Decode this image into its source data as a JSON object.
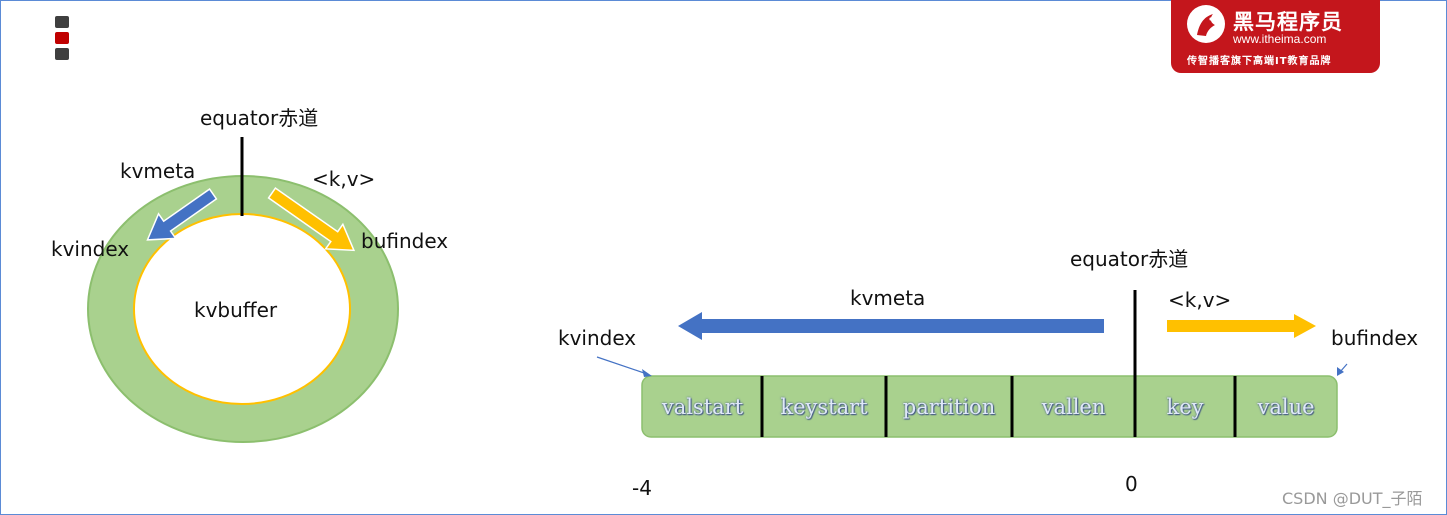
{
  "logo": {
    "brand": "黑马程序员",
    "url": "www.itheima.com",
    "slogan": "传智播客旗下高端IT教育品牌"
  },
  "ring_diagram": {
    "equator_label": "equator赤道",
    "kvmeta_label": "kvmeta",
    "kv_label": "<k,v>",
    "kvindex_label": "kvindex",
    "bufindex_label": "bufindex",
    "center_label": "kvbuffer"
  },
  "linear_diagram": {
    "equator_label": "equator赤道",
    "kvmeta_label": "kvmeta",
    "kv_label": "<k,v>",
    "kvindex_label": "kvindex",
    "bufindex_label": "bufindex",
    "segments": [
      "valstart",
      "keystart",
      "partition",
      "vallen",
      "key",
      "value"
    ],
    "axis_left": "-4",
    "axis_zero": "0"
  },
  "watermark": "CSDN @DUT_子陌",
  "colors": {
    "ring_green": "#a9d18e",
    "ring_border": "#8cbf6e",
    "meta_arrow": "#4472c4",
    "kv_arrow": "#ffc000",
    "inner_border": "#ffc000",
    "logo_red": "#c4161c",
    "bullet_gray": "#3f3f3f",
    "bullet_red": "#c00000"
  }
}
